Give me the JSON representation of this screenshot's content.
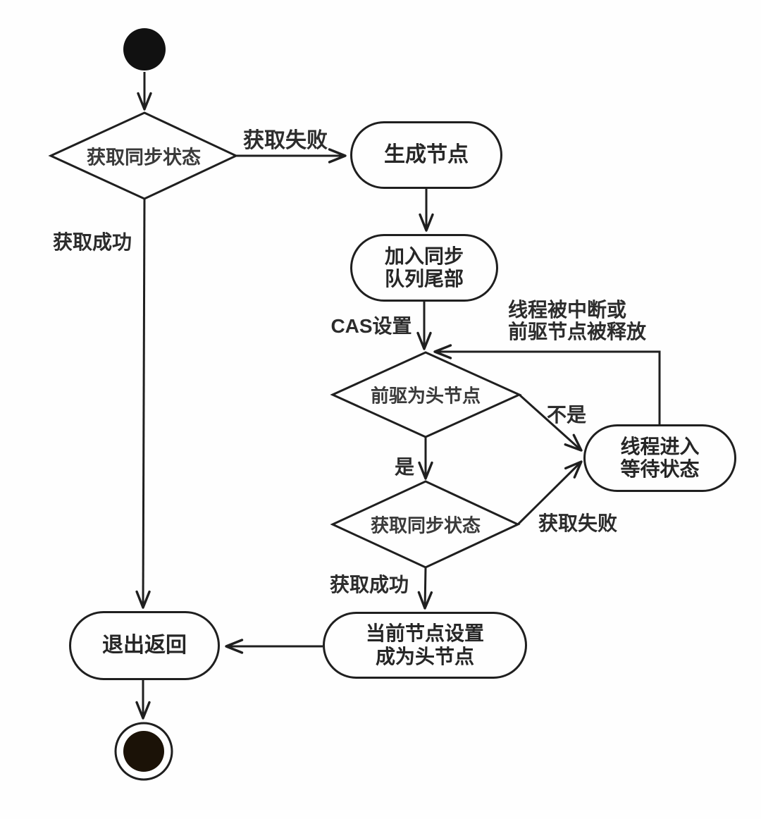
{
  "diagram_type": "uml-activity-flowchart",
  "colors": {
    "stroke": "#1f1f1f",
    "background": "#fefefe",
    "text": "#2c2c2c",
    "start_fill": "#111111",
    "end_fill": "#1b1207"
  },
  "nodes": {
    "decision1": {
      "label": "获取同步状态"
    },
    "generate": {
      "label": "生成节点"
    },
    "enqueue": {
      "line1": "加入同步",
      "line2": "队列尾部"
    },
    "decision2": {
      "label": "前驱为头节点"
    },
    "waiting": {
      "line1": "线程进入",
      "line2": "等待状态"
    },
    "decision3": {
      "label": "获取同步状态"
    },
    "sethead": {
      "line1": "当前节点设置",
      "line2": "成为头节点"
    },
    "exit": {
      "label": "退出返回"
    }
  },
  "edge_labels": {
    "acquire_fail_top": "获取失败",
    "acquire_success_left": "获取成功",
    "cas_set": "CAS设置",
    "interrupted_line1": "线程被中断或",
    "interrupted_line2": "前驱节点被释放",
    "no": "不是",
    "yes": "是",
    "acquire_fail_bottom": "获取失败",
    "acquire_success_bottom": "获取成功"
  }
}
